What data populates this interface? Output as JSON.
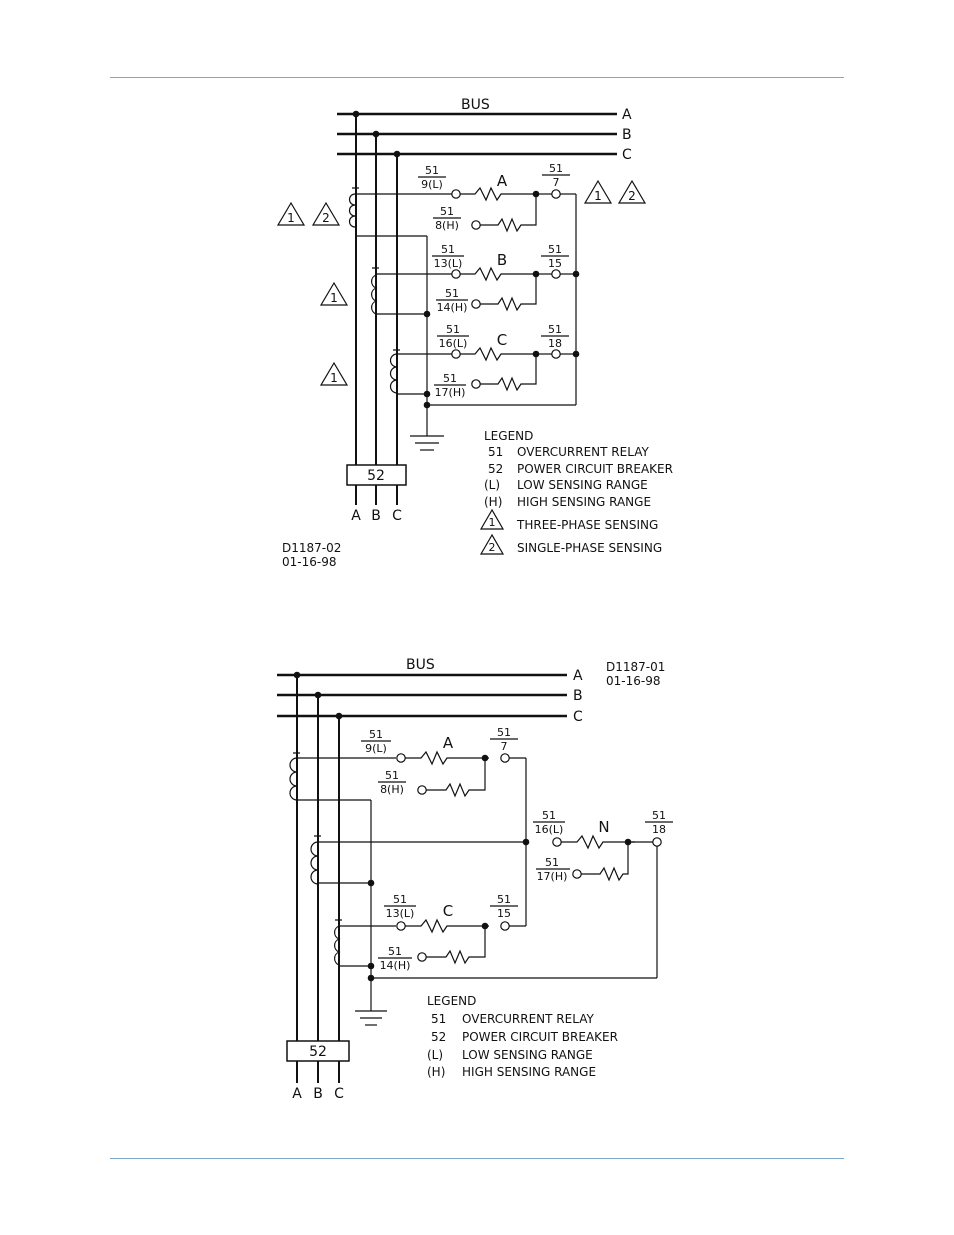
{
  "figure1": {
    "bus_label": "BUS",
    "phase_labels": [
      "A",
      "B",
      "C"
    ],
    "breaker_label": "52",
    "drawing_id": "D1187-02",
    "drawing_date": "01-16-98",
    "note_markers": [
      "1",
      "2"
    ],
    "relays": [
      {
        "phase": "A",
        "low_num": "51",
        "low_den": "9(L)",
        "high_num": "51",
        "high_den": "8(H)",
        "out_num": "51",
        "out_den": "7"
      },
      {
        "phase": "B",
        "low_num": "51",
        "low_den": "13(L)",
        "high_num": "51",
        "high_den": "14(H)",
        "out_num": "51",
        "out_den": "15"
      },
      {
        "phase": "C",
        "low_num": "51",
        "low_den": "16(L)",
        "high_num": "51",
        "high_den": "17(H)",
        "out_num": "51",
        "out_den": "18"
      }
    ],
    "legend_title": "LEGEND",
    "legend": [
      {
        "code": "51",
        "text": "OVERCURRENT RELAY"
      },
      {
        "code": "52",
        "text": "POWER CIRCUIT BREAKER"
      },
      {
        "code": "(L)",
        "text": "LOW SENSING RANGE"
      },
      {
        "code": "(H)",
        "text": "HIGH SENSING RANGE"
      },
      {
        "code": "1",
        "text": "THREE-PHASE SENSING"
      },
      {
        "code": "2",
        "text": "SINGLE-PHASE SENSING"
      }
    ]
  },
  "figure2": {
    "bus_label": "BUS",
    "phase_labels": [
      "A",
      "B",
      "C"
    ],
    "breaker_label": "52",
    "drawing_id": "D1187-01",
    "drawing_date": "01-16-98",
    "relays": [
      {
        "phase": "A",
        "low_num": "51",
        "low_den": "9(L)",
        "high_num": "51",
        "high_den": "8(H)",
        "out_num": "51",
        "out_den": "7"
      },
      {
        "phase": "C",
        "low_num": "51",
        "low_den": "13(L)",
        "high_num": "51",
        "high_den": "14(H)",
        "out_num": "51",
        "out_den": "15"
      },
      {
        "phase": "N",
        "low_num": "51",
        "low_den": "16(L)",
        "high_num": "51",
        "high_den": "17(H)",
        "out_num": "51",
        "out_den": "18"
      }
    ],
    "legend_title": "LEGEND",
    "legend": [
      {
        "code": "51",
        "text": "OVERCURRENT RELAY"
      },
      {
        "code": "52",
        "text": "POWER CIRCUIT BREAKER"
      },
      {
        "code": "(L)",
        "text": "LOW SENSING RANGE"
      },
      {
        "code": "(H)",
        "text": "HIGH SENSING RANGE"
      }
    ]
  }
}
